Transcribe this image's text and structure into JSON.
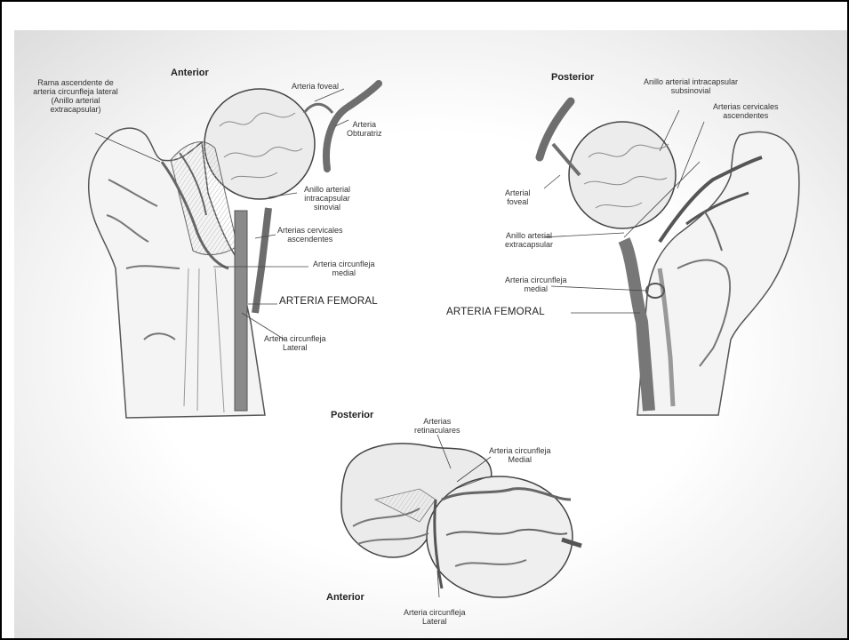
{
  "labels": {
    "anterior_top": "Anterior",
    "posterior_top": "Posterior",
    "posterior_bottom": "Posterior",
    "anterior_bottom": "Anterior",
    "rama_ascendente": "Rama ascendente de\narteria circunfleja lateral\n(Anillo arterial\nextracapsular)",
    "arteria_foveal_1": "Arteria foveal",
    "arteria_obturatriz": "Arteria\nObturatriz",
    "anillo_subsinovial_1": "Anillo arterial\nintracapsular\nsinovial",
    "arterias_cervicales_1": "Arterias cervicales\nascendentes",
    "circunfleja_medial_1": "Arteria circunfleja\nmedial",
    "femoral_1": "ARTERIA FEMORAL",
    "circunfleja_lateral_1": "Arteria circunfleja\nLateral",
    "anillo_subsinovial_2": "Anillo arterial intracapsular\nsubsinovial",
    "arterias_cervicales_2": "Arterias cervicales\nascendentes",
    "arteria_foveal_2": "Arterial\nfoveal",
    "anillo_extracapsular": "Anillo arterial\nextracapsular",
    "circunfleja_medial_2": "Arteria circunfleja\nmedial",
    "femoral_2": "ARTERIA FEMORAL",
    "arterias_retinaculares": "Arterias\nretinaculares",
    "circunfleja_medial_3": "Arteria circunfleja\nMedial",
    "circunfleja_lateral_3": "Arteria circunfleja\nLateral"
  }
}
